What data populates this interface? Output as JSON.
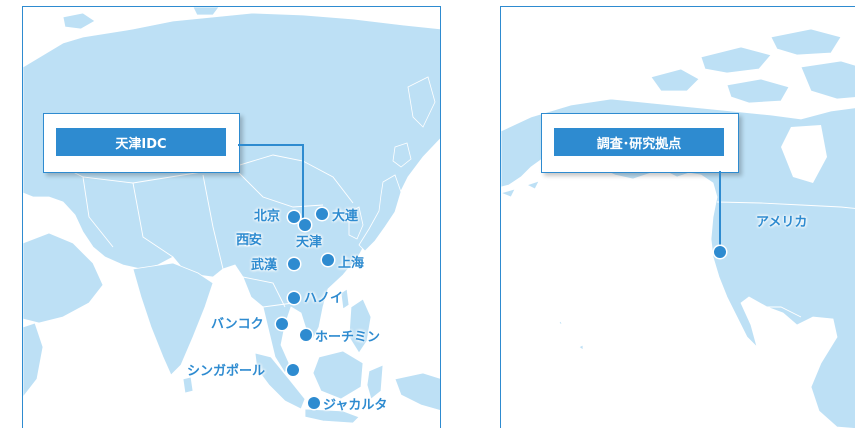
{
  "colors": {
    "accent": "#2e8bd0",
    "land": "#bde0f5",
    "border_line": "#ffffff",
    "background": "#ffffff"
  },
  "asia_map": {
    "callout_label": "天津IDC",
    "cities": {
      "beijing": "北京",
      "dalian": "大連",
      "xian": "西安",
      "tianjin": "天津",
      "wuhan": "武漢",
      "shanghai": "上海",
      "hanoi": "ハノイ",
      "bangkok": "バンコク",
      "hochiminh": "ホーチミン",
      "singapore": "シンガポール",
      "jakarta": "ジャカルタ"
    }
  },
  "america_map": {
    "callout_label": "調査･研究拠点",
    "region_label": "アメリカ"
  }
}
